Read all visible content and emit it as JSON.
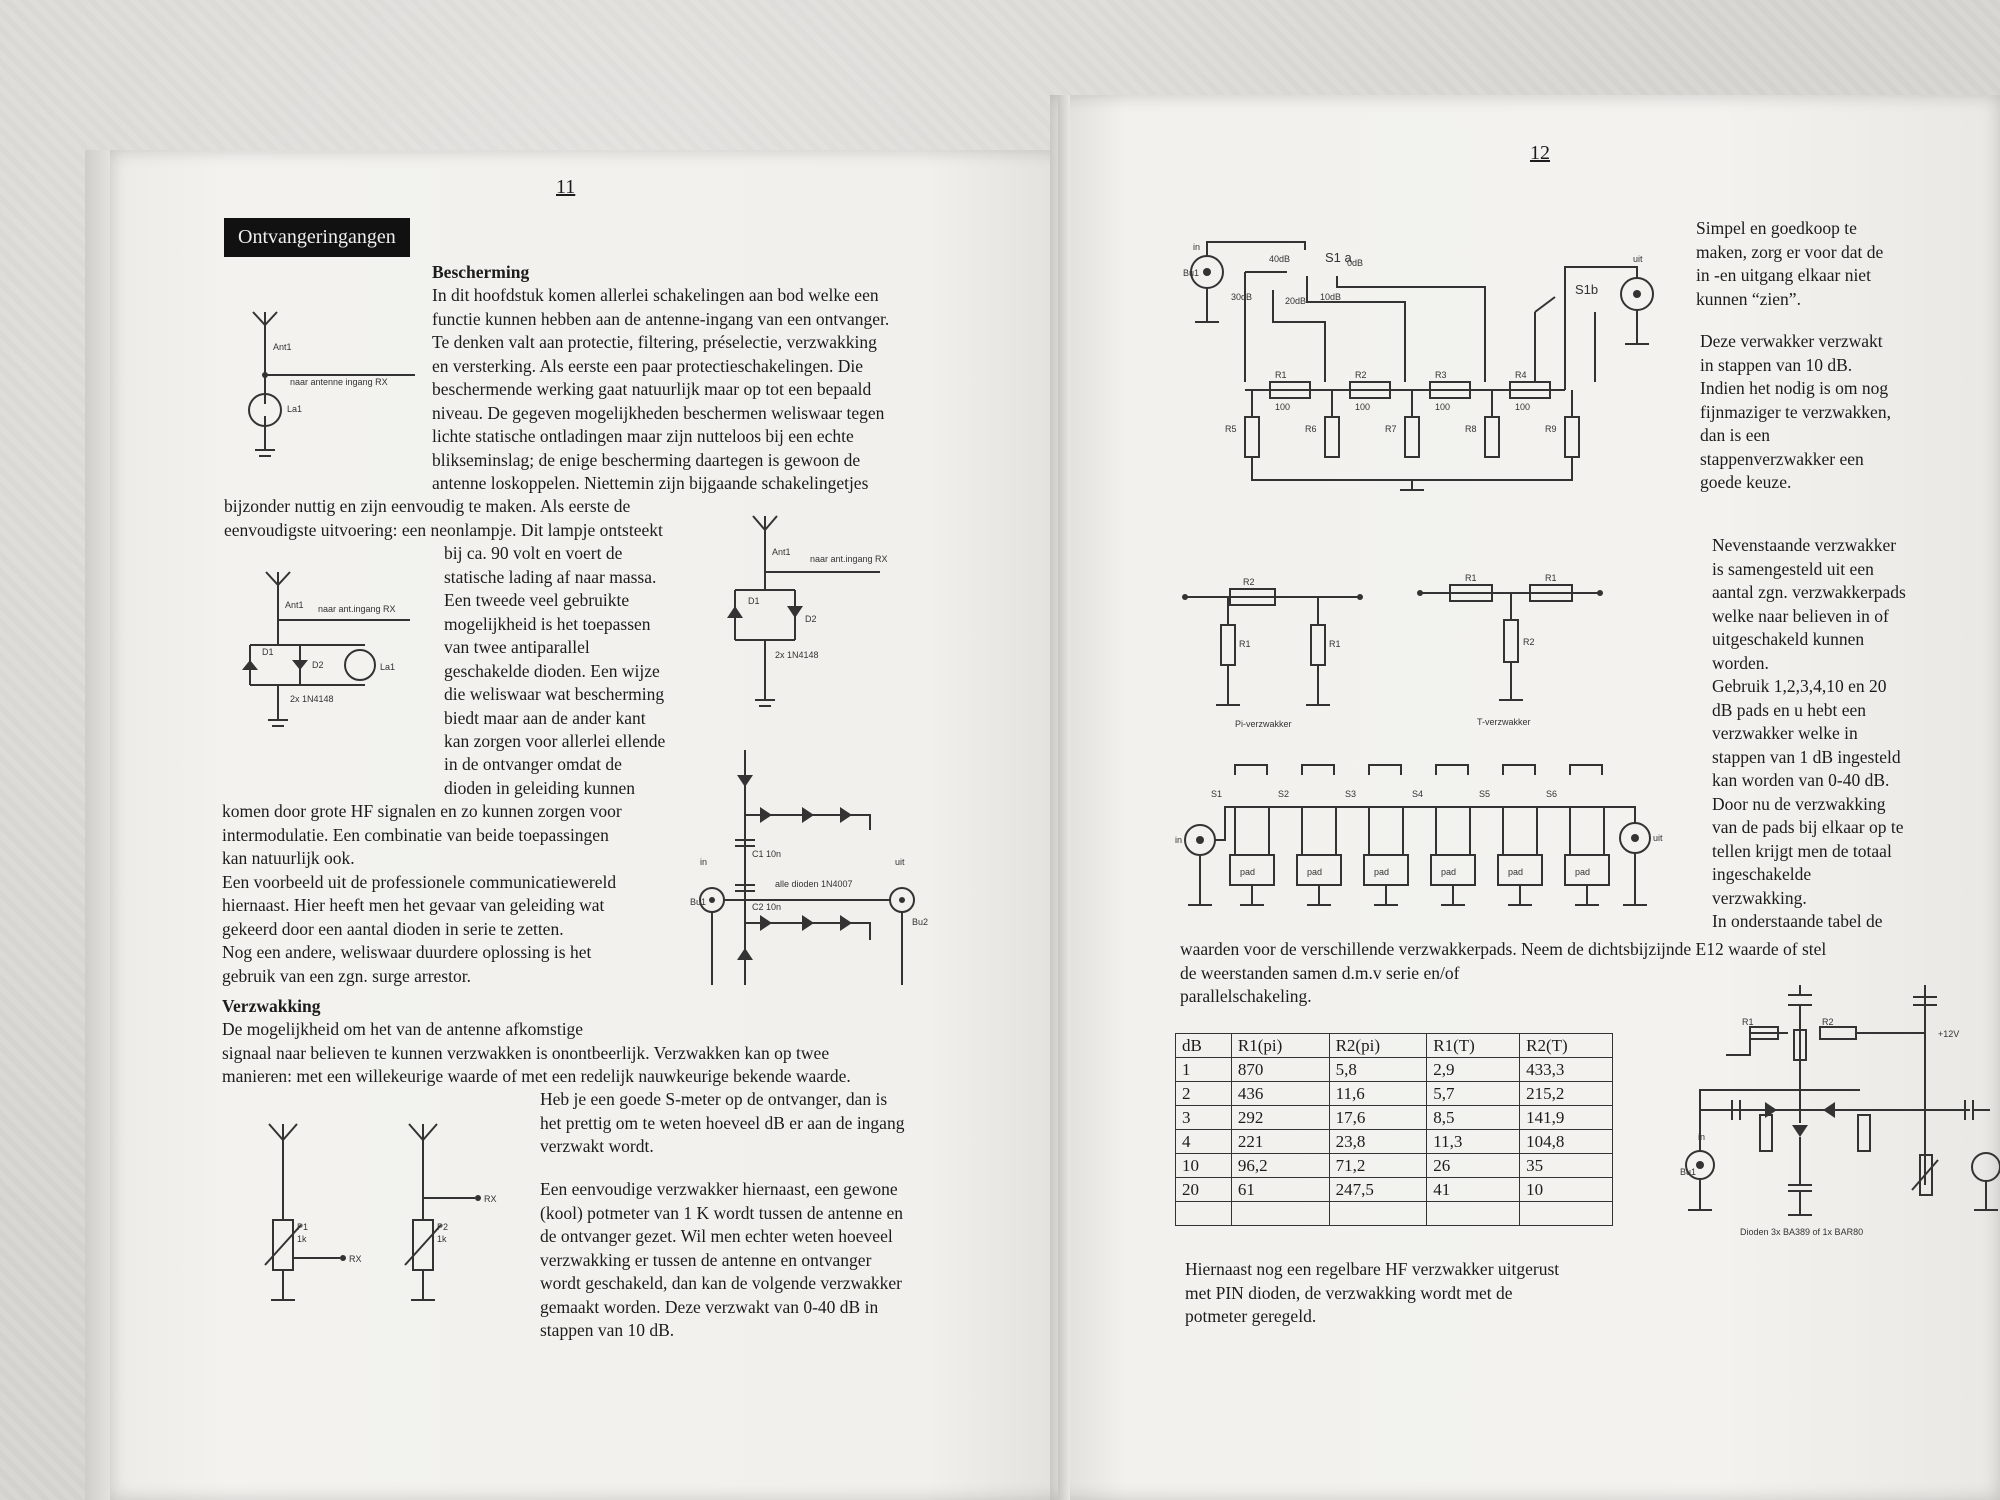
{
  "left_page": {
    "page_number": "11",
    "section_title": "Ontvangeringangen",
    "heading_bescherming": "Bescherming",
    "para_bescherming_1": "In dit hoofdstuk komen allerlei schakelingen aan bod welke een\nfunctie kunnen hebben aan de antenne-ingang van een ontvanger.\nTe denken valt aan protectie, filtering, préselectie, verzwakking\nen versterking. Als eerste een paar protectieschakelingen. Die\nbeschermende werking gaat natuurlijk maar op tot een bepaald\nniveau. De gegeven mogelijkheden beschermen weliswaar tegen\nlichte statische ontladingen maar zijn nutteloos bij een echte\nblikseminslag; de enige bescherming daartegen is gewoon de\nantenne loskoppelen. Niettemin zijn bijgaande schakelingetjes",
    "para_bescherming_2": "bijzonder nuttig en zijn eenvoudig te maken. Als eerste de\neenvoudigste uitvoering: een neonlampje. Dit lampje ontsteekt",
    "para_bescherming_3": "bij ca. 90 volt en voert de\nstatische lading af naar massa.\nEen tweede veel gebruikte\nmogelijkheid is het toepassen\nvan twee antiparallel\ngeschakelde dioden. Een wijze\ndie weliswaar wat bescherming\nbiedt maar aan de ander kant\nkan zorgen voor allerlei ellende",
    "para_bescherming_4": "in de ontvanger omdat de\ndioden in geleiding kunnen",
    "para_bescherming_5": "komen door grote HF signalen en zo kunnen zorgen voor\nintermodulatie. Een combinatie van beide toepassingen\nkan natuurlijk ook.\nEen voorbeeld uit de professionele communicatiewereld\nhiernaast. Hier heeft men het gevaar van geleiding wat\ngekeerd door een aantal dioden in serie te zetten.\nNog een andere, weliswaar duurdere oplossing is het\ngebruik van een zgn. surge arrestor.",
    "heading_verzwakking": "Verzwakking",
    "para_verzwakking_1": "De mogelijkheid om het van de antenne afkomstige\nsignaal naar believen te kunnen verzwakken is onontbeerlijk. Verzwakken kan op twee\nmanieren: met een willekeurige waarde of met een redelijk nauwkeurige bekende waarde.",
    "para_verzwakking_2": "Heb je een goede S-meter op de ontvanger, dan is\nhet prettig om te weten hoeveel dB er aan de ingang\nverzwakt wordt.",
    "para_verzwakking_3": "Een eenvoudige verzwakker hiernaast, een gewone\n(kool) potmeter van 1 K wordt tussen de antenne en\nde ontvanger gezet. Wil men echter weten hoeveel\nverzwakking er tussen de antenne en ontvanger\nwordt geschakeld, dan kan de volgende verzwakker\ngemaakt worden. Deze verzwakt van 0-40 dB in\nstappen van 10 dB.",
    "schematic_labels": {
      "ant": "Ant1",
      "rx_long": "naar antenne ingang RX",
      "rx_short": "naar ant.ingang RX",
      "lamp": "La1",
      "d1": "D1",
      "d2": "D2",
      "diodes": "2x 1N4148",
      "all_diodes": "alle dioden 1N4007",
      "c1": "C1 10n",
      "c2": "C2 10n",
      "in": "in",
      "uit": "uit",
      "bu1": "Bu1",
      "bu2": "Bu2",
      "p1": "P1",
      "p2": "P2",
      "k1": "1k",
      "rx": "RX"
    }
  },
  "right_page": {
    "page_number": "12",
    "para_side_1": "Simpel en goedkoop te\nmaken, zorg er voor dat de\nin -en uitgang elkaar niet\nkunnen “zien”.",
    "para_side_2": "Deze verwakker verzwakt\nin stappen van 10 dB.\nIndien het nodig is om nog\nfijnmaziger te verzwakken,\ndan is een\nstappenverzwakker een\ngoede keuze.",
    "para_side_3": "Nevenstaande verzwakker\nis samengesteld uit een\naantal zgn. verzwakkerpads\nwelke naar believen in of\nuitgeschakeld kunnen\nworden.\nGebruik 1,2,3,4,10 en 20\ndB pads en u hebt een\nverzwakker welke in\nstappen van 1 dB ingesteld\nkan worden van 0-40 dB.\nDoor nu de verzwakking\nvan de pads bij elkaar op te\ntellen krijgt men de totaal\ningeschakelde\nverzwakking.\nIn onderstaande tabel de",
    "para_table_intro": "waarden voor de verschillende verzwakkerpads. Neem de dichtsbijzijnde E12 waarde of stel\nde weerstanden samen d.m.v serie en/of\nparallelschakeling.",
    "para_bottom": "Hiernaast nog een regelbare HF verzwakker uitgerust\nmet PIN dioden, de verzwakking wordt met de\npotmeter geregeld.",
    "schematic_labels": {
      "s1a": "S1 a",
      "s1b": "S1b",
      "db40": "40dB",
      "db30": "30dB",
      "db20": "20dB",
      "db10": "10dB",
      "db0": "0dB",
      "r1": "R1",
      "r2": "R2",
      "r3": "R3",
      "r4": "R4",
      "r5": "R5",
      "r6": "R6",
      "r7": "R7",
      "r8": "R8",
      "r9": "R9",
      "ohm100": "100",
      "pi_label": "Pi-verzwakker",
      "t_label": "T-verzwakker",
      "pad": "pad",
      "s_labels": [
        "S1",
        "S2",
        "S3",
        "S4",
        "S5",
        "S6"
      ],
      "pin_note": "Dioden 3x BA389 of 1x BAR80",
      "v12": "+12V"
    },
    "table": {
      "headers": [
        "dB",
        "R1(pi)",
        "R2(pi)",
        "R1(T)",
        "R2(T)"
      ],
      "rows": [
        [
          "1",
          "870",
          "5,8",
          "2,9",
          "433,3"
        ],
        [
          "2",
          "436",
          "11,6",
          "5,7",
          "215,2"
        ],
        [
          "3",
          "292",
          "17,6",
          "8,5",
          "141,9"
        ],
        [
          "4",
          "221",
          "23,8",
          "11,3",
          "104,8"
        ],
        [
          "10",
          "96,2",
          "71,2",
          "26",
          "35"
        ],
        [
          "20",
          "61",
          "247,5",
          "41",
          "10"
        ],
        [
          "",
          "",
          "",
          "",
          ""
        ]
      ]
    }
  }
}
